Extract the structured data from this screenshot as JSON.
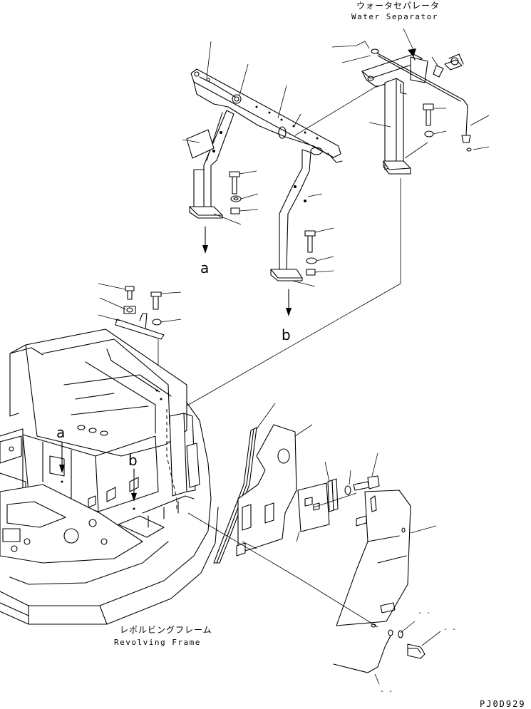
{
  "labels": {
    "water_separator_jp": "ウォータセパレータ",
    "water_separator_en": "Water Separator",
    "revolving_frame_jp": "レボルビングフレーム",
    "revolving_frame_en": "Revolving Frame",
    "ref_a_upper": "a",
    "ref_b_upper": "b",
    "ref_a_lower": "a",
    "ref_b_lower": "b",
    "dash_1": "- -",
    "dash_2": "- -",
    "dash_3": "- -",
    "drawing_code": "PJ0D929"
  }
}
